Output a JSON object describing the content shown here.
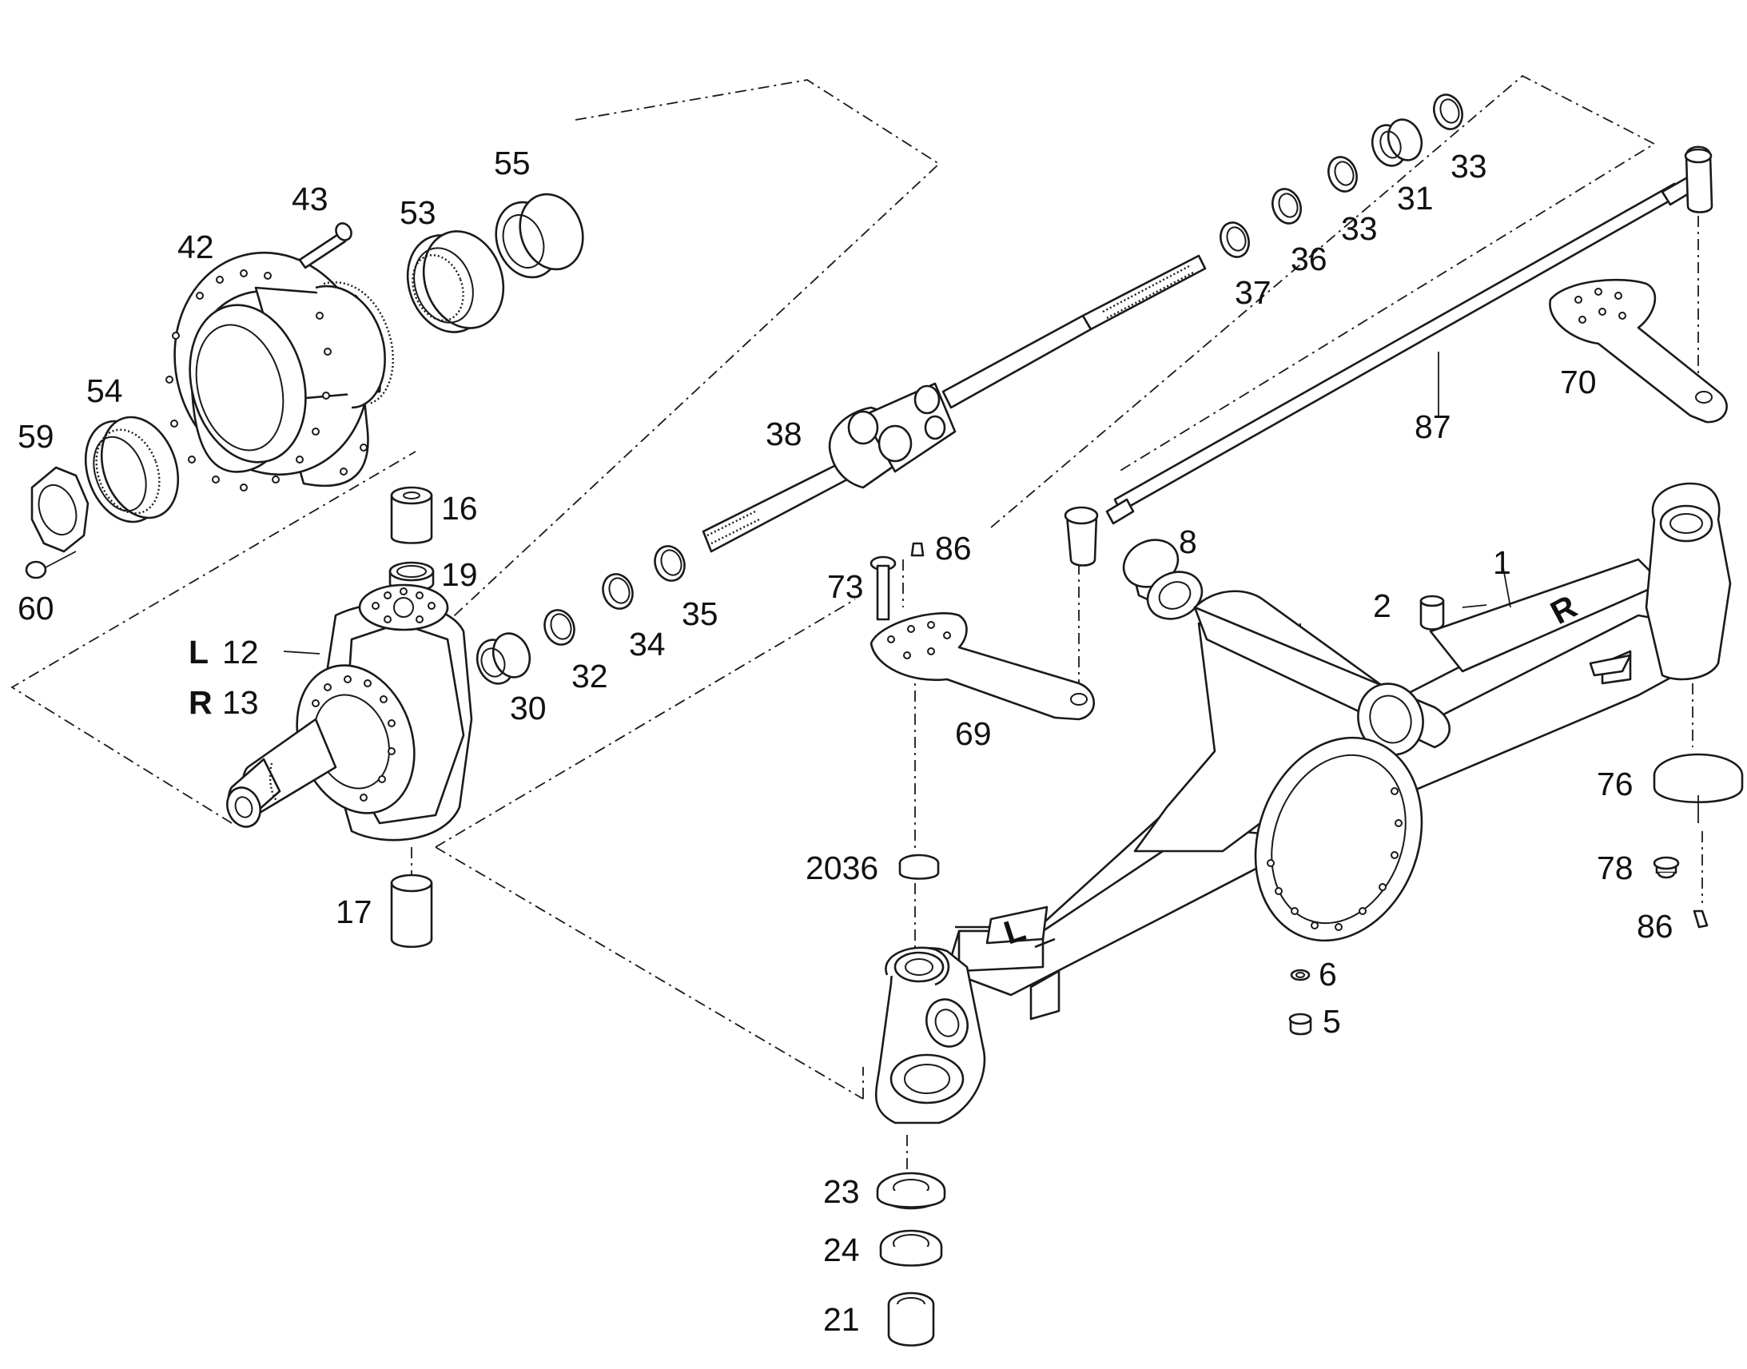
{
  "parts": {
    "p1": "1",
    "p2": "2",
    "p5": "5",
    "p6": "6",
    "p8": "8",
    "p12": "12",
    "p13": "13",
    "p16": "16",
    "p17": "17",
    "p19": "19",
    "p21": "21",
    "p23": "23",
    "p24": "24",
    "p30": "30",
    "p31": "31",
    "p32": "32",
    "p33a": "33",
    "p33b": "33",
    "p34": "34",
    "p35": "35",
    "p36": "36",
    "p37": "37",
    "p38": "38",
    "p42": "42",
    "p43": "43",
    "p53": "53",
    "p54": "54",
    "p55": "55",
    "p59": "59",
    "p60": "60",
    "p69": "69",
    "p70": "70",
    "p73": "73",
    "p76": "76",
    "p78": "78",
    "p86a": "86",
    "p86b": "86",
    "p87": "87",
    "p2036": "2036"
  },
  "side_markers": {
    "left": "L",
    "right": "R",
    "axle_left": "L",
    "axle_right": "R"
  }
}
